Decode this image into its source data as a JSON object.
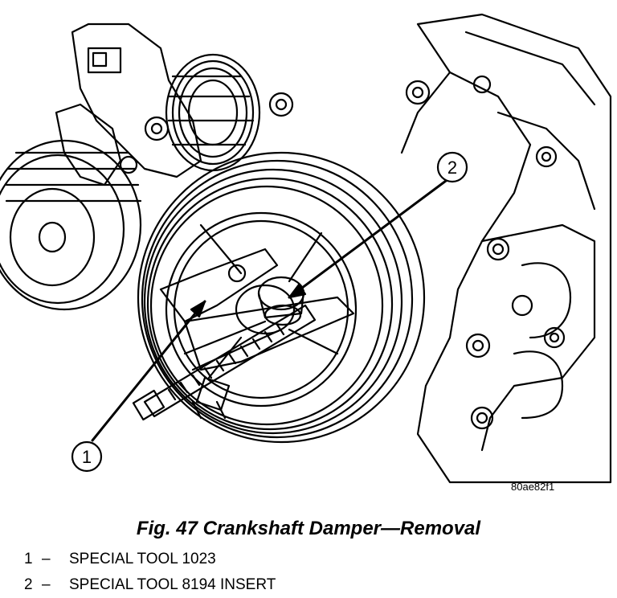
{
  "figure": {
    "caption": "Fig. 47 Crankshaft Damper—Removal",
    "image_code": "80ae82f1",
    "callouts": [
      {
        "number": "1"
      },
      {
        "number": "2"
      }
    ]
  },
  "legend": [
    {
      "number": "1",
      "dash": "–",
      "text": "SPECIAL TOOL 1023"
    },
    {
      "number": "2",
      "dash": "–",
      "text": "SPECIAL TOOL 8194 INSERT"
    }
  ]
}
